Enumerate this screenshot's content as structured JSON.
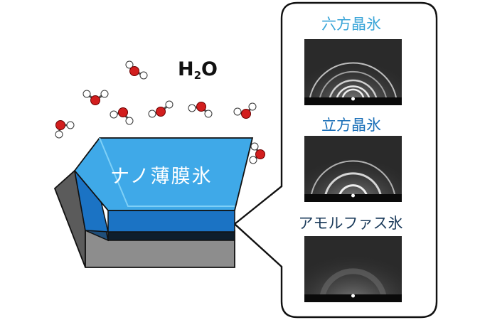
{
  "formula": {
    "main": "H",
    "sub": "2",
    "tail": "O"
  },
  "film": {
    "label": "ナノ薄膜氷"
  },
  "ice_types": [
    {
      "label": "六方晶氷",
      "color": "#3aa5d8"
    },
    {
      "label": "立方晶氷",
      "color": "#1a6fb8"
    },
    {
      "label": "アモルファス氷",
      "color": "#1a3a5a"
    }
  ],
  "colors": {
    "film_top": "#3fa9e8",
    "film_edge": "#1877c8",
    "substrate_front": "#8c8c8c",
    "substrate_side": "#5a5a5a",
    "oxygen": "#d21e1e",
    "hydrogen": "#ffffff"
  },
  "icons": {
    "molecule": "water-molecule-icon",
    "pattern": "electron-diffraction-pattern"
  }
}
